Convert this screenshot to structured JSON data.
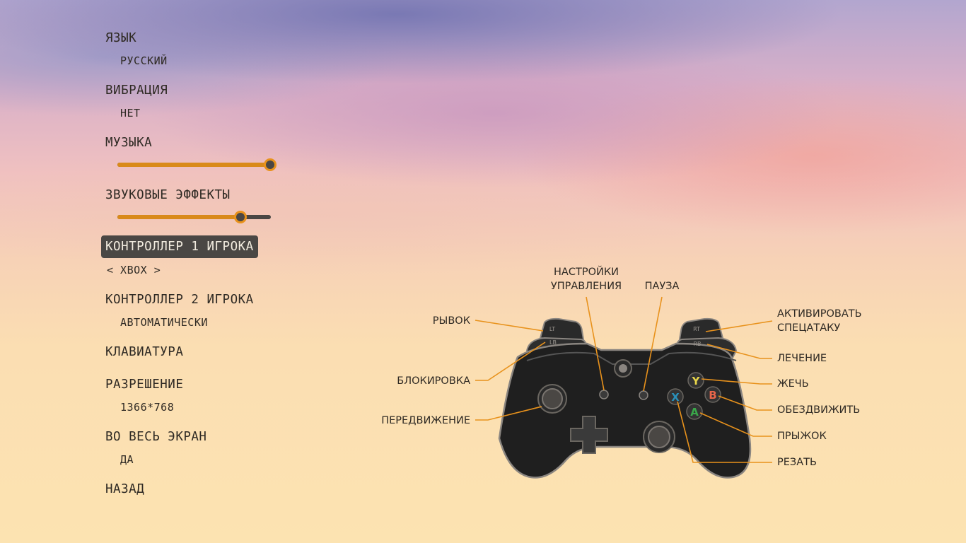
{
  "menu": {
    "language": {
      "label": "ЯЗЫК",
      "value": "РУССКИЙ"
    },
    "vibration": {
      "label": "ВИБРАЦИЯ",
      "value": "НЕТ"
    },
    "music": {
      "label": "МУЗЫКА",
      "level": 1.0
    },
    "sfx": {
      "label": "ЗВУКОВЫЕ ЭФФЕКТЫ",
      "level": 0.8
    },
    "controller1": {
      "label": "КОНТРОЛЛЕР 1 ИГРОКА",
      "value": "< XBOX >"
    },
    "controller2": {
      "label": "КОНТРОЛЛЕР 2 ИГРОКА",
      "value": "АВТОМАТИЧЕСКИ"
    },
    "keyboard": {
      "label": "КЛАВИАТУРА"
    },
    "resolution": {
      "label": "РАЗРЕШЕНИЕ",
      "value": "1366*768"
    },
    "fullscreen": {
      "label": "ВО ВЕСЬ ЭКРАН",
      "value": "ДА"
    },
    "back": {
      "label": "НАЗАД"
    }
  },
  "controller": {
    "buttons": {
      "lt": "LT",
      "lb": "LB",
      "rt": "RT",
      "rb": "RB",
      "y": "Y",
      "b": "B",
      "a": "A",
      "x": "X"
    },
    "labels": {
      "dash": "РЫВОК",
      "block": "БЛОКИРОВКА",
      "move": "ПЕРЕДВИЖЕНИЕ",
      "control_settings_1": "НАСТРОЙКИ",
      "control_settings_2": "УПРАВЛЕНИЯ",
      "pause": "ПАУЗА",
      "special_1": "АКТИВИРОВАТЬ",
      "special_2": "СПЕЦАТАКУ",
      "heal": "ЛЕЧЕНИЕ",
      "burn": "ЖЕЧЬ",
      "immobilize": "ОБЕЗДВИЖИТЬ",
      "jump": "ПРЫЖОК",
      "cut": "РЕЗАТЬ"
    }
  },
  "colors": {
    "accent": "#e8921c",
    "panel": "#4a4744",
    "text": "#2f2a24",
    "btn_y": "#e8d64a",
    "btn_b": "#e8654a",
    "btn_a": "#3aa84a",
    "btn_x": "#2a8fb8"
  }
}
